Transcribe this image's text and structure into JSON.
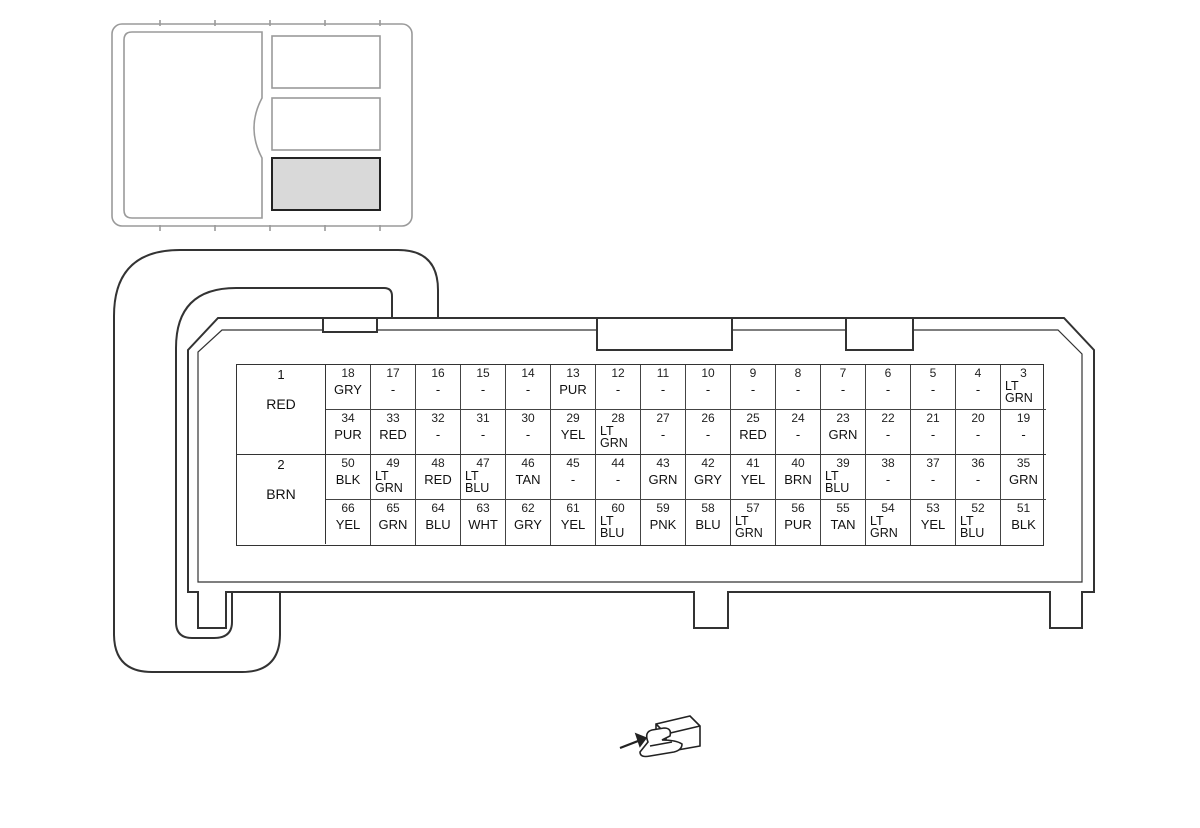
{
  "diagram": {
    "big_pins": [
      {
        "pin": "1",
        "color": "RED"
      },
      {
        "pin": "2",
        "color": "BRN"
      }
    ],
    "rows": [
      [
        {
          "pin": "18",
          "color": "GRY"
        },
        {
          "pin": "17",
          "color": "-"
        },
        {
          "pin": "16",
          "color": "-"
        },
        {
          "pin": "15",
          "color": "-"
        },
        {
          "pin": "14",
          "color": "-"
        },
        {
          "pin": "13",
          "color": "PUR"
        },
        {
          "pin": "12",
          "color": "-"
        },
        {
          "pin": "11",
          "color": "-"
        },
        {
          "pin": "10",
          "color": "-"
        },
        {
          "pin": "9",
          "color": "-"
        },
        {
          "pin": "8",
          "color": "-"
        },
        {
          "pin": "7",
          "color": "-"
        },
        {
          "pin": "6",
          "color": "-"
        },
        {
          "pin": "5",
          "color": "-"
        },
        {
          "pin": "4",
          "color": "-"
        },
        {
          "pin": "3",
          "color": "LT GRN"
        }
      ],
      [
        {
          "pin": "34",
          "color": "PUR"
        },
        {
          "pin": "33",
          "color": "RED"
        },
        {
          "pin": "32",
          "color": "-"
        },
        {
          "pin": "31",
          "color": "-"
        },
        {
          "pin": "30",
          "color": "-"
        },
        {
          "pin": "29",
          "color": "YEL"
        },
        {
          "pin": "28",
          "color": "LT GRN"
        },
        {
          "pin": "27",
          "color": "-"
        },
        {
          "pin": "26",
          "color": "-"
        },
        {
          "pin": "25",
          "color": "RED"
        },
        {
          "pin": "24",
          "color": "-"
        },
        {
          "pin": "23",
          "color": "GRN"
        },
        {
          "pin": "22",
          "color": "-"
        },
        {
          "pin": "21",
          "color": "-"
        },
        {
          "pin": "20",
          "color": "-"
        },
        {
          "pin": "19",
          "color": "-"
        }
      ],
      [
        {
          "pin": "50",
          "color": "BLK"
        },
        {
          "pin": "49",
          "color": "LT GRN"
        },
        {
          "pin": "48",
          "color": "RED"
        },
        {
          "pin": "47",
          "color": "LT BLU"
        },
        {
          "pin": "46",
          "color": "TAN"
        },
        {
          "pin": "45",
          "color": "-"
        },
        {
          "pin": "44",
          "color": "-"
        },
        {
          "pin": "43",
          "color": "GRN"
        },
        {
          "pin": "42",
          "color": "GRY"
        },
        {
          "pin": "41",
          "color": "YEL"
        },
        {
          "pin": "40",
          "color": "BRN"
        },
        {
          "pin": "39",
          "color": "LT BLU"
        },
        {
          "pin": "38",
          "color": "-"
        },
        {
          "pin": "37",
          "color": "-"
        },
        {
          "pin": "36",
          "color": "-"
        },
        {
          "pin": "35",
          "color": "GRN"
        }
      ],
      [
        {
          "pin": "66",
          "color": "YEL"
        },
        {
          "pin": "65",
          "color": "GRN"
        },
        {
          "pin": "64",
          "color": "BLU"
        },
        {
          "pin": "63",
          "color": "WHT"
        },
        {
          "pin": "62",
          "color": "GRY"
        },
        {
          "pin": "61",
          "color": "YEL"
        },
        {
          "pin": "60",
          "color": "LT BLU"
        },
        {
          "pin": "59",
          "color": "PNK"
        },
        {
          "pin": "58",
          "color": "BLU"
        },
        {
          "pin": "57",
          "color": "LT GRN"
        },
        {
          "pin": "56",
          "color": "PUR"
        },
        {
          "pin": "55",
          "color": "TAN"
        },
        {
          "pin": "54",
          "color": "LT GRN"
        },
        {
          "pin": "53",
          "color": "YEL"
        },
        {
          "pin": "52",
          "color": "LT BLU"
        },
        {
          "pin": "51",
          "color": "BLK"
        }
      ]
    ],
    "icons": {
      "locator": "module-locator-icon",
      "connector_view": "connector-terminal-side-icon"
    },
    "colors": {
      "stroke": "#333333",
      "highlight": "#d9d9d9",
      "locator_stroke": "#9a9a9a"
    }
  }
}
